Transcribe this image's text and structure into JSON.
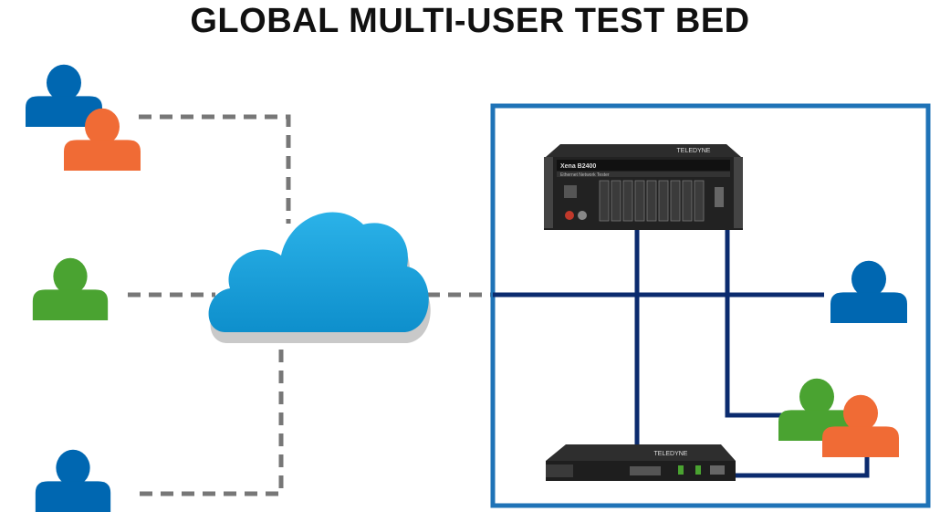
{
  "title": "GLOBAL MULTI-USER TEST BED",
  "devices": {
    "chassis": {
      "model_label": "Xena B2400",
      "subtitle": "Ethernet Network Tester",
      "brand": "TELEDYNE"
    },
    "compact": {
      "brand": "TELEDYNE"
    }
  },
  "colors": {
    "user_blue": "#0067b1",
    "user_green": "#4aa331",
    "user_orange": "#f06b35",
    "cloud": "#169fd9",
    "frame": "#1f73b7",
    "lab_line": "#0b2b6e",
    "dashed": "#777777"
  },
  "icons": {
    "user": "person-silhouette-icon",
    "cloud": "cloud-icon",
    "chassis": "rack-chassis-icon",
    "compact": "compact-tester-icon"
  }
}
